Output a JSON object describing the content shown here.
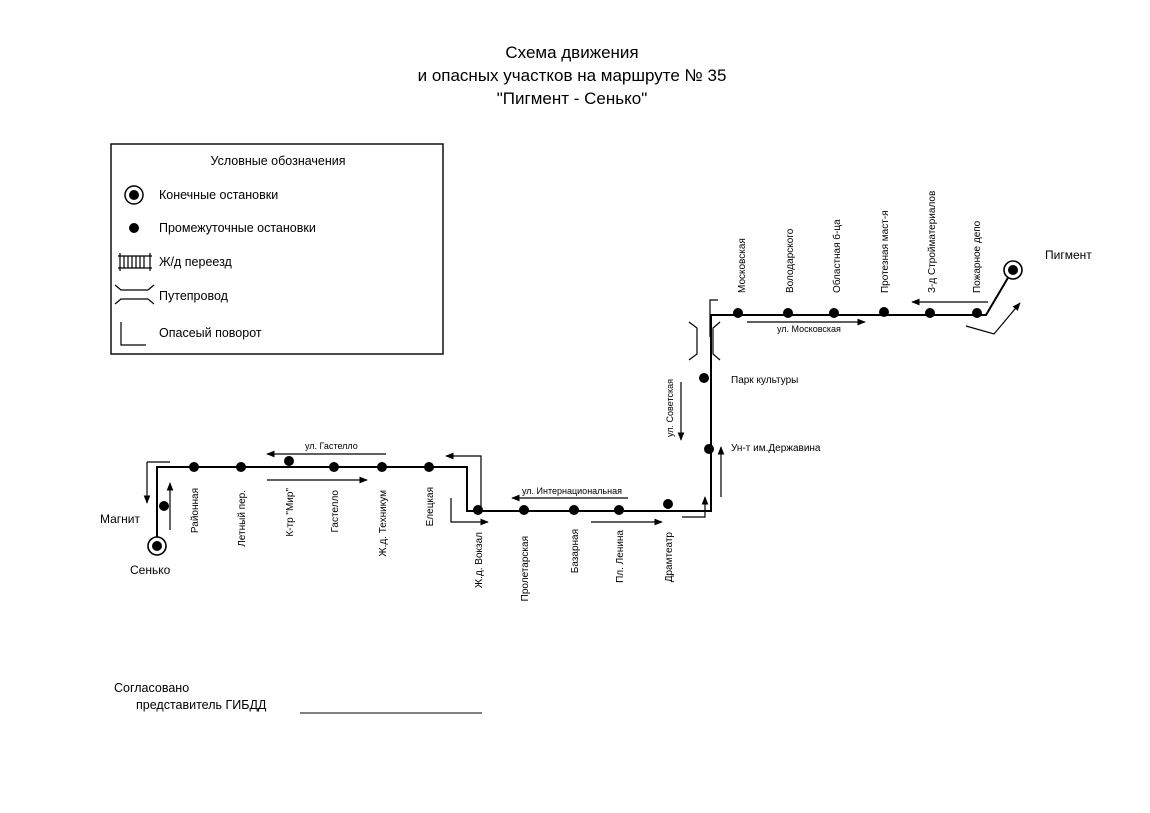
{
  "title": {
    "line1": "Схема движения",
    "line2": "и опасных участков на маршруте № 35",
    "line3": "\"Пигмент - Сенько\""
  },
  "legend": {
    "heading": "Условные обозначения",
    "terminal": "Конечные остановки",
    "intermediate": "Промежуточные остановки",
    "rail_crossing": "Ж/д переезд",
    "overpass": "Путепровод",
    "dangerous_turn": "Опасеый поворот"
  },
  "terminals": {
    "pigment": "Пигмент",
    "senko": "Сенько",
    "magnit": "Магнит"
  },
  "stops": {
    "raionnaya": "Районная",
    "letny": "Летный пер.",
    "mir": "К-тр \"Мир\"",
    "gastello": "Гастелло",
    "tekhnikum": "Ж.д. Техникум",
    "eletskaya": "Елецкая",
    "vokzal": "Ж.д. Вокзал",
    "proletarskaya": "Пролетарская",
    "bazarnaya": "Базарная",
    "lenina": "Пл. Ленина",
    "dramteatr": "Драмтеатр",
    "park": "Парк культуры",
    "derzhavina": "Ун-т им.Державина",
    "moskovskaya": "Московская",
    "volodarskogo": "Володарского",
    "bolnitsa": "Областная б-ца",
    "protez": "Протезная маст-я",
    "stroi": "З-д Стройматериалов",
    "depo": "Пожарное депо"
  },
  "streets": {
    "gastello": "ул. Гастелло",
    "internatsionalnaya": "ул. Интернациональная",
    "sovetskaya": "ул. Советская",
    "moskovskaya": "ул. Московская"
  },
  "approval": {
    "line1": "Согласовано",
    "line2": "представитель ГИБДД"
  }
}
